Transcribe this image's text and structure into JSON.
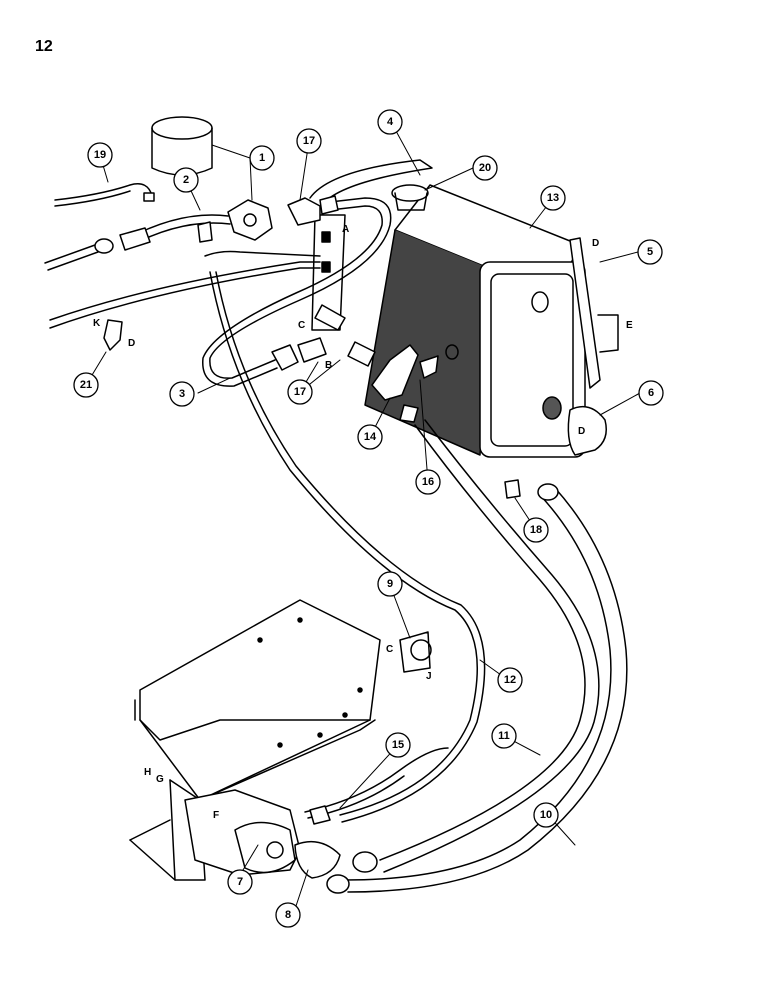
{
  "page": {
    "number": "12"
  },
  "callouts": [
    "1",
    "2",
    "3",
    "4",
    "5",
    "6",
    "7",
    "8",
    "9",
    "10",
    "11",
    "12",
    "13",
    "14",
    "15",
    "16",
    "17",
    "17",
    "18",
    "19",
    "20",
    "21"
  ],
  "letters": [
    "A",
    "B",
    "C",
    "D",
    "D",
    "E",
    "K",
    "D",
    "C",
    "J",
    "H",
    "G",
    "F"
  ]
}
